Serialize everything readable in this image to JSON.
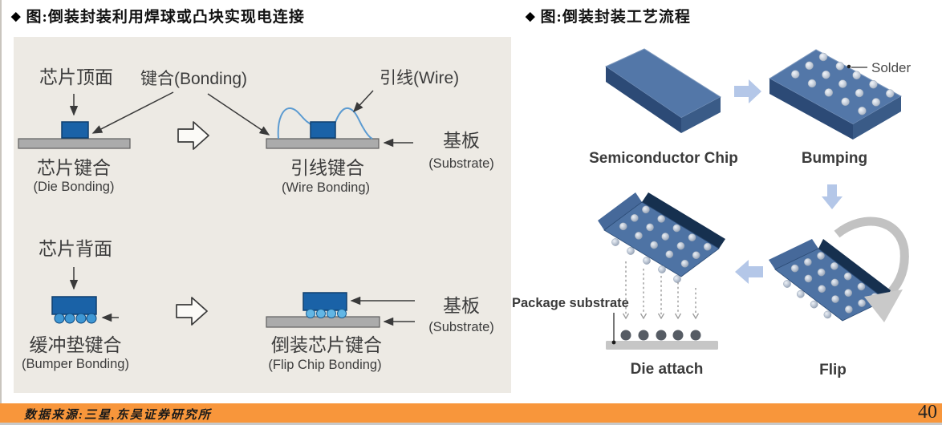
{
  "page": {
    "bullet": "◆",
    "left_title": "图:倒装封装利用焊球或凸块实现电连接",
    "right_title": "图:倒装封装工艺流程",
    "footer": {
      "source": "数据来源:三星,东吴证券研究所",
      "page_number": "40"
    }
  },
  "left_diagram": {
    "row1": {
      "chip_top": "芯片顶面",
      "bonding": "键合(Bonding)",
      "wire": "引线(Wire)",
      "die_bonding_cn": "芯片键合",
      "die_bonding_en": "(Die Bonding)",
      "wire_bonding_cn": "引线键合",
      "wire_bonding_en": "(Wire Bonding)",
      "substrate_cn": "基板",
      "substrate_en": "(Substrate)"
    },
    "row2": {
      "chip_back": "芯片背面",
      "bumper_bonding_cn": "缓冲垫键合",
      "bumper_bonding_en": "(Bumper Bonding)",
      "flip_chip_bonding_cn": "倒装芯片键合",
      "flip_chip_bonding_en": "(Flip Chip Bonding)",
      "substrate_cn": "基板",
      "substrate_en": "(Substrate)"
    }
  },
  "right_diagram": {
    "step1": "Semiconductor Chip",
    "step2": "Bumping",
    "step3": "Flip",
    "step4": "Die attach",
    "solder": "Solder",
    "package_substrate": "Package substrate"
  },
  "colors": {
    "accent_orange": "#F8963B",
    "chip_blue": "#1A62A7",
    "chip3d_top": "#5377A8",
    "chip3d_side": "#2C4A76",
    "flow_arrow_blue": "#B4C7E8",
    "substrate_gray": "#ABABAB",
    "panel_beige": "#EDEAE4"
  }
}
